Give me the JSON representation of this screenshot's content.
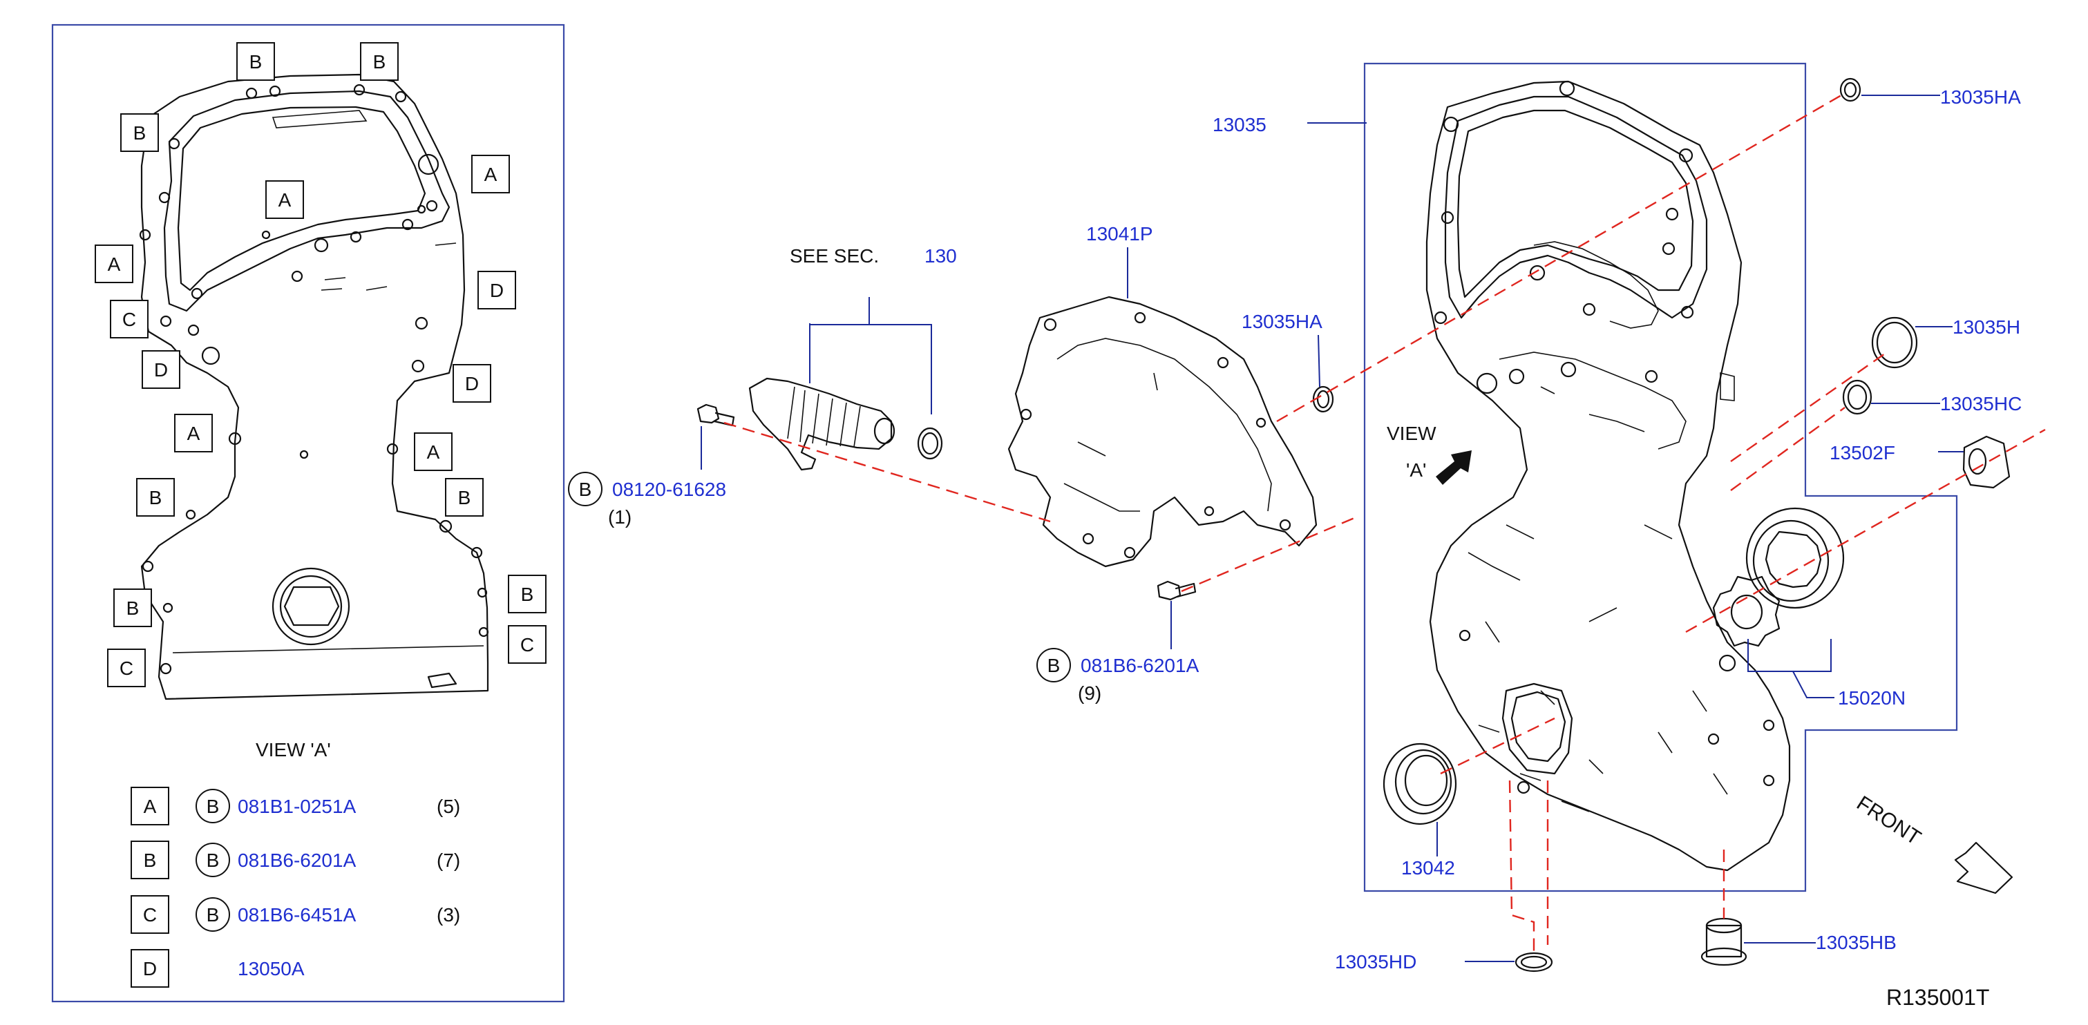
{
  "title_code": "R135001T",
  "view_label": "VIEW   'A'",
  "view_main": "VIEW",
  "view_main_a": "'A'",
  "see_sec_label": "SEE   SEC.",
  "see_sec_num": "130",
  "front_label": "FRONT",
  "letters": {
    "A": "A",
    "B": "B",
    "C": "C",
    "D": "D"
  },
  "legend": [
    {
      "letter": "A",
      "circle": "B",
      "part": "081B1-0251A",
      "qty": "(5)"
    },
    {
      "letter": "B",
      "circle": "B",
      "part": "081B6-6201A",
      "qty": "(7)"
    },
    {
      "letter": "C",
      "circle": "B",
      "part": "081B6-6451A",
      "qty": "(3)"
    },
    {
      "letter": "D",
      "circle": "",
      "part": "13050A",
      "qty": ""
    }
  ],
  "callouts": {
    "p13035": "13035",
    "p13035HA_top": "13035HA",
    "p13035HA_mid": "13035HA",
    "p13035H": "13035H",
    "p13035HC": "13035HC",
    "p13502F": "13502F",
    "p15020N": "15020N",
    "p13042": "13042",
    "p13035HD": "13035HD",
    "p13035HB": "13035HB",
    "p13041P": "13041P",
    "bolt1_circle": "B",
    "bolt1_part": "08120-61628",
    "bolt1_qty": "(1)",
    "bolt2_circle": "B",
    "bolt2_part": "081B6-6201A",
    "bolt2_qty": "(9)"
  }
}
